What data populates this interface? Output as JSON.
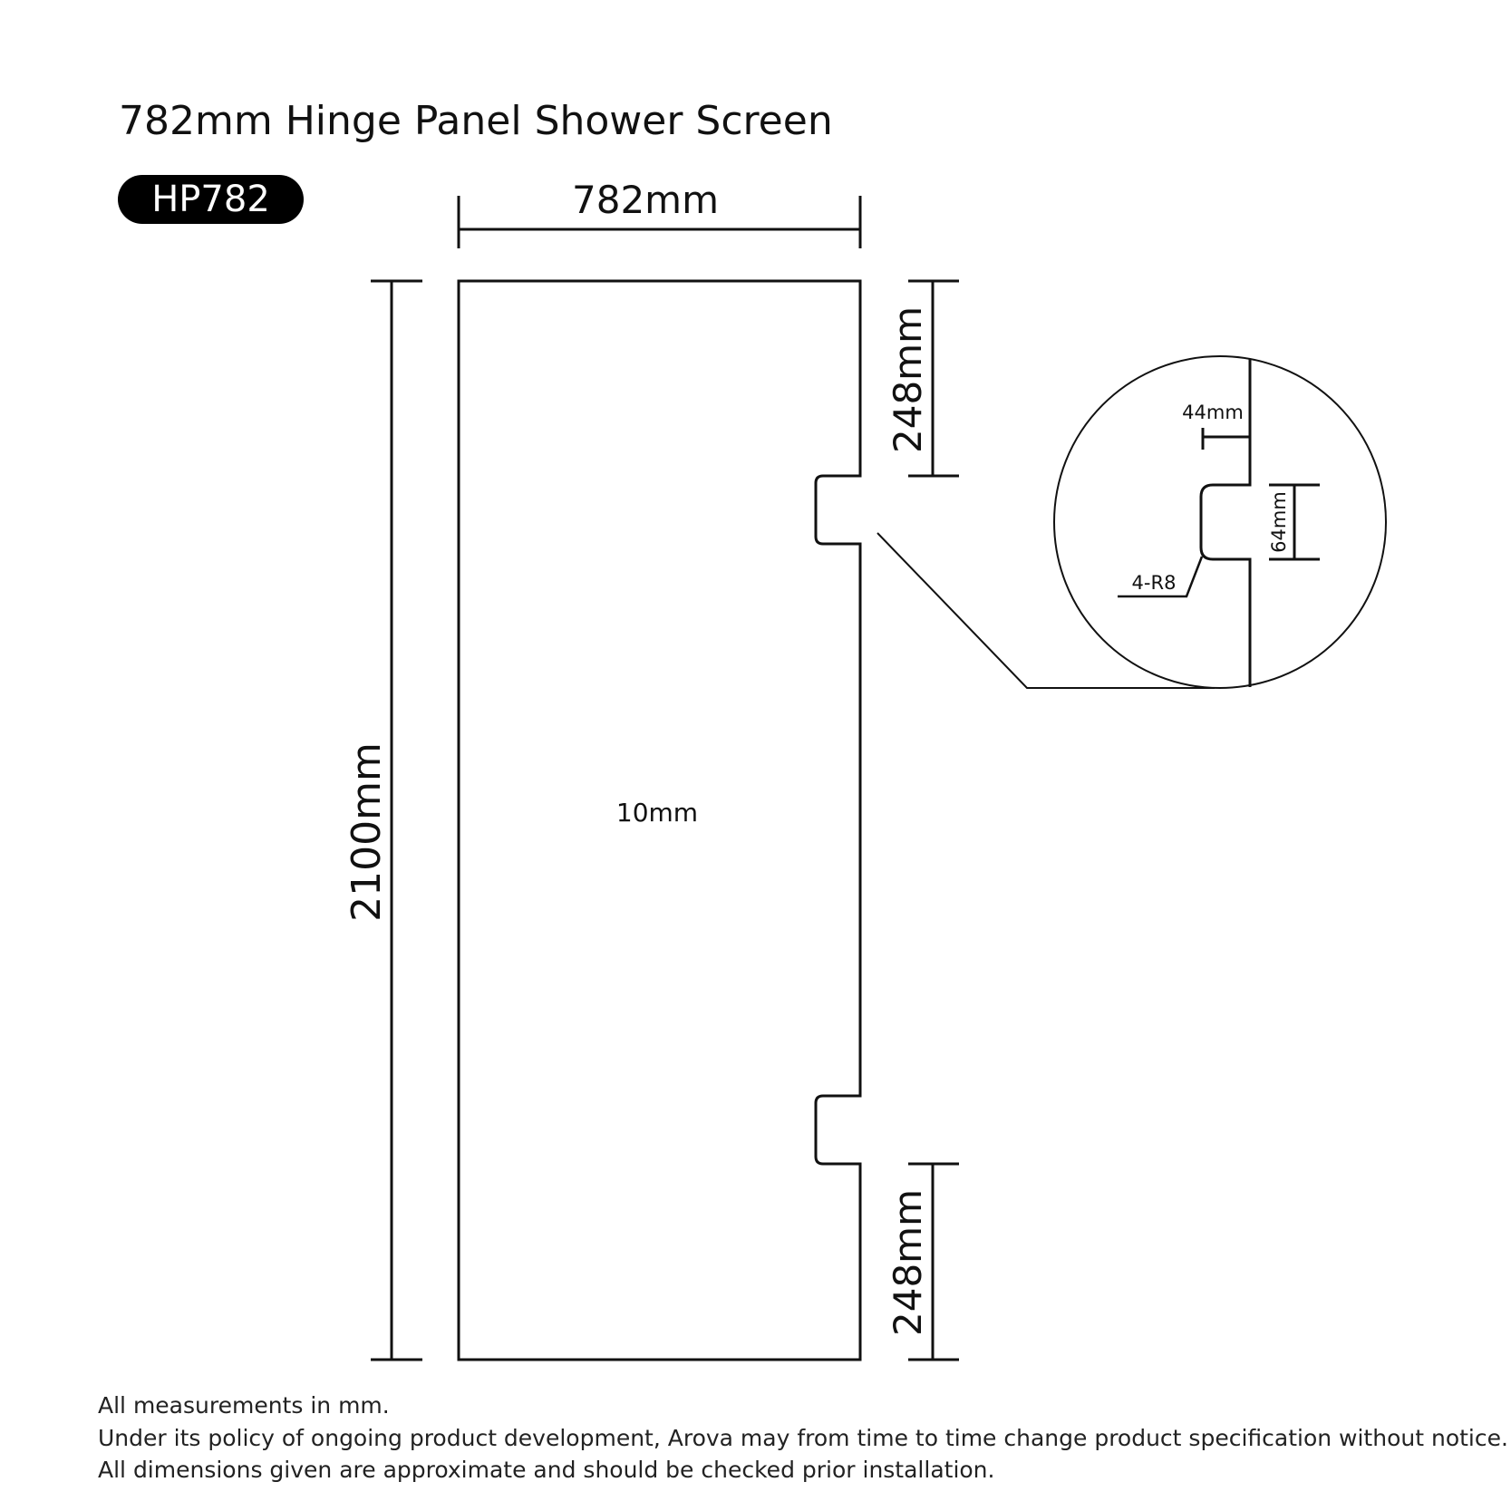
{
  "title": "782mm Hinge Panel Shower Screen",
  "model_code": "HP782",
  "dimensions": {
    "width_label": "782mm",
    "height_label": "2100mm",
    "top_hinge_offset_label": "248mm",
    "bottom_hinge_offset_label": "248mm",
    "thickness_label": "10mm"
  },
  "detail": {
    "notch_depth_label": "44mm",
    "notch_height_label": "64mm",
    "corner_radius_label": "4-R8"
  },
  "footnotes": [
    "All measurements in mm.",
    "Under its policy of ongoing product development, Arova may from time to time change product specification without notice.",
    "All dimensions given are approximate and should be checked prior installation."
  ]
}
